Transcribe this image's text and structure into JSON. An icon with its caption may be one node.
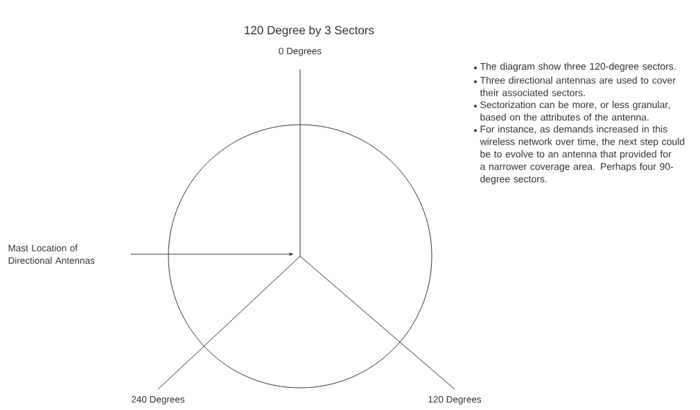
{
  "diagram": {
    "title": "120 Degree by 3 Sectors",
    "nodes": [
      {
        "text": [
          "0 Degrees"
        ]
      },
      {
        "text": [
          "Mast Location of Directional Antennas"
        ]
      },
      {
        "text": [
          "240 Degrees"
        ]
      },
      {
        "text": [
          "120 Degrees"
        ]
      }
    ],
    "edges": [
      {
        "from": null,
        "to": 0,
        "arrow": "none"
      },
      {
        "from": 1,
        "to": null,
        "arrow": "to"
      },
      {
        "from": null,
        "to": 2,
        "arrow": "none"
      },
      {
        "from": null,
        "to": 3,
        "arrow": "none"
      }
    ],
    "labels": [
      "The diagram show three 120-degree sectors.",
      "Three directional antennas are used to cover their associated sectors.",
      "Sectorization can be more, or less granular, based on the attributes of the antenna.",
      "For instance, as demands increased in this wireless network over time, the next step could be to evolve to an antenna that provided for a narrower coverage area. Perhaps four 90-degree sectors."
    ]
  }
}
